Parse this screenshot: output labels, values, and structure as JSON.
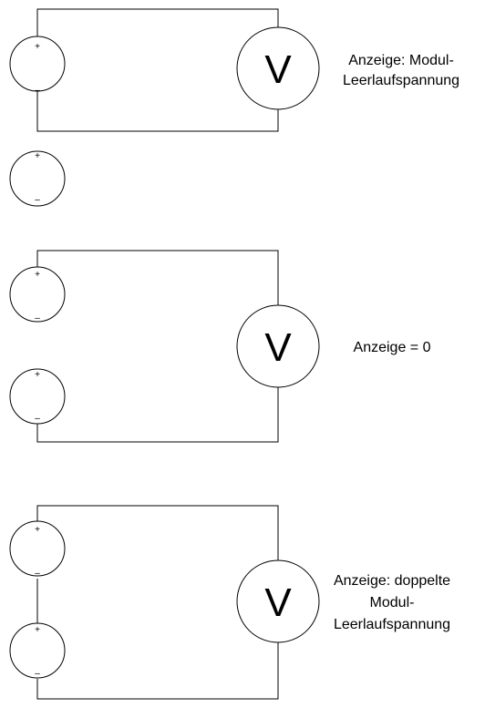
{
  "symbols": {
    "plus": "+",
    "minus": "–",
    "voltmeter": "V"
  },
  "circuits": [
    {
      "name": "single-module",
      "annotation": [
        "Anzeige: Modul-",
        "Leerlaufspannung"
      ]
    },
    {
      "name": "two-modules-antiparallel",
      "annotation": [
        "Anzeige = 0"
      ]
    },
    {
      "name": "two-modules-series",
      "annotation": [
        "Anzeige: doppelte",
        "Modul-",
        "Leerlaufspannung"
      ]
    }
  ]
}
